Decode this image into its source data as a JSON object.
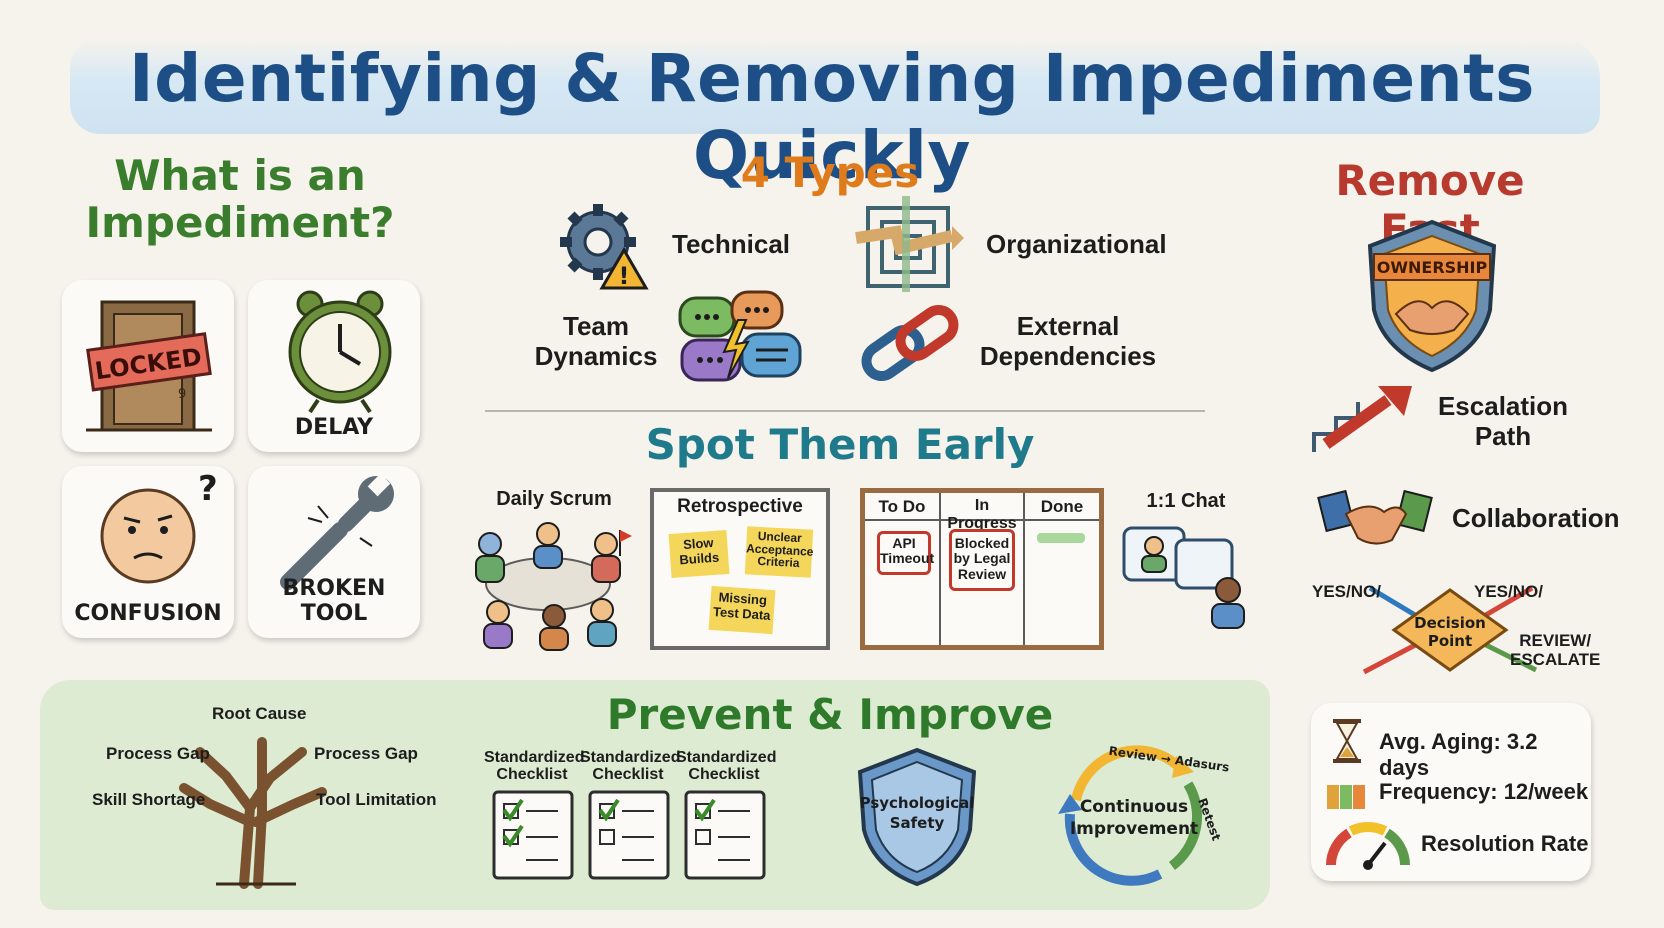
{
  "title": "Identifying & Removing Impediments Quickly",
  "what_is": {
    "heading_line1": "What is an",
    "heading_line2": "Impediment?",
    "cards": [
      {
        "label": "",
        "sign": "LOCKED",
        "icon": "locked-door-icon"
      },
      {
        "label": "DELAY",
        "icon": "alarm-clock-icon"
      },
      {
        "label": "CONFUSION",
        "icon": "confused-face-icon"
      },
      {
        "label": "BROKEN TOOL",
        "icon": "broken-wrench-icon"
      }
    ]
  },
  "types": {
    "heading": "4 Types",
    "items": [
      {
        "label": "Technical",
        "icon": "gear-warning-icon"
      },
      {
        "label": "Organizational",
        "icon": "maze-icon"
      },
      {
        "label_line1": "Team",
        "label_line2": "Dynamics",
        "icon": "chat-bubbles-icon"
      },
      {
        "label_line1": "External",
        "label_line2": "Dependencies",
        "icon": "chain-link-icon"
      }
    ]
  },
  "spot": {
    "heading": "Spot Them Early",
    "daily_scrum": "Daily Scrum",
    "retro": {
      "title": "Retrospective",
      "notes": [
        "Slow Builds",
        "Unclear Acceptance Criteria",
        "Missing Test Data"
      ]
    },
    "board": {
      "columns": [
        "To Do",
        "In Progress",
        "Done"
      ],
      "cards": [
        "API Timeout",
        "Blocked by Legal Review"
      ]
    },
    "one_on_one": "1:1 Chat"
  },
  "remove": {
    "heading": "Remove Fast",
    "shield_text": "OWNERSHIP",
    "escalation_line1": "Escalation",
    "escalation_line2": "Path",
    "collaboration": "Collaboration",
    "decision": {
      "center_line1": "Decision",
      "center_line2": "Point",
      "left": "YES/NO/",
      "right": "YES/NO/",
      "review_line1": "REVIEW/",
      "review_line2": "ESCALATE"
    }
  },
  "prevent": {
    "heading": "Prevent & Improve",
    "tree": {
      "root": "Root Cause",
      "left_top": "Process Gap",
      "right_top": "Process Gap",
      "left_bottom": "Skill Shortage",
      "right_bottom": "Tool Limitation"
    },
    "checklists": [
      {
        "line1": "Standardized",
        "line2": "Checklist"
      },
      {
        "line1": "Standardized",
        "line2": "Checklist"
      },
      {
        "line1": "Standardized",
        "line2": "Checklist"
      }
    ],
    "shield_line1": "Psychological",
    "shield_line2": "Safety",
    "cycle_line1": "Continuous",
    "cycle_line2": "Improvement",
    "cycle_arc_text": "Review → Adasurs",
    "cycle_side_text": "Retest"
  },
  "metrics": {
    "aging": "Avg. Aging: 3.2 days",
    "frequency": "Frequency: 12/week",
    "resolution": "Resolution Rate"
  },
  "colors": {
    "title": "#1d4f86",
    "what_is": "#3a7d2c",
    "types": "#e07b1c",
    "spot": "#1f7a8c",
    "remove": "#b83a2e",
    "prevent": "#2f7a2a"
  }
}
